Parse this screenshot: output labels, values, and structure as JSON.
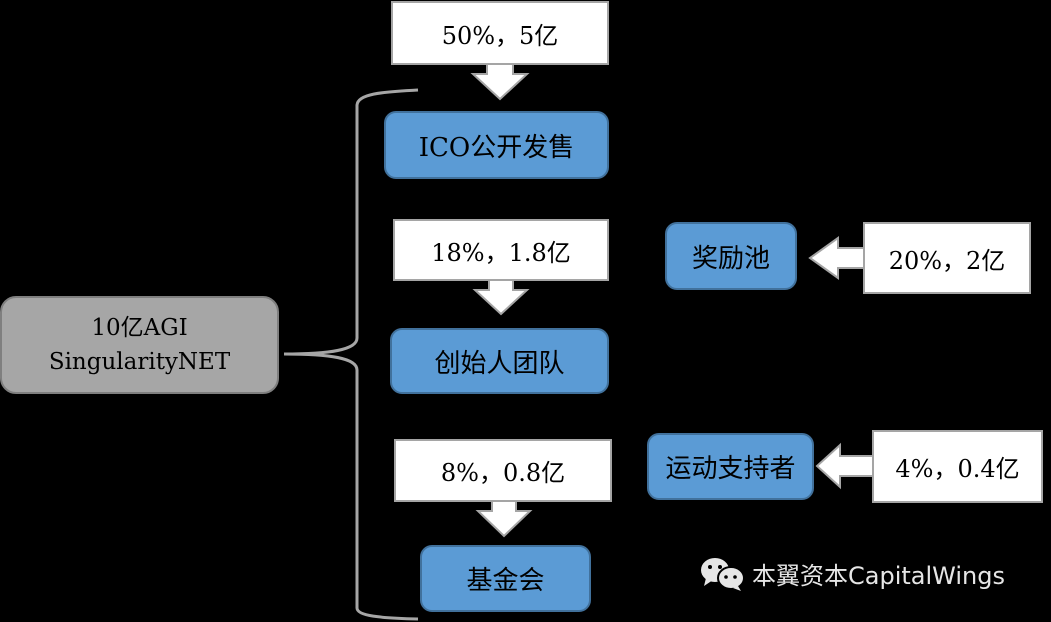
{
  "root": {
    "line1": "10亿AGI",
    "line2": "SingularityNET"
  },
  "branches": [
    {
      "id": "ico",
      "label": "ICO公开发售",
      "share": "50%，5亿",
      "percent": 50,
      "amount_yi": 5
    },
    {
      "id": "founders",
      "label": "创始人团队",
      "share": "18%，1.8亿",
      "percent": 18,
      "amount_yi": 1.8
    },
    {
      "id": "foundation",
      "label": "基金会",
      "share": "8%，0.8亿",
      "percent": 8,
      "amount_yi": 0.8
    }
  ],
  "side": [
    {
      "id": "reward-pool",
      "label": "奖励池",
      "share": "20%，2亿",
      "percent": 20,
      "amount_yi": 2
    },
    {
      "id": "supporters",
      "label": "运动支持者",
      "share": "4%，0.4亿",
      "percent": 4,
      "amount_yi": 0.4
    }
  ],
  "watermark": {
    "icon": "wechat-icon",
    "text": "本翼资本CapitalWings"
  },
  "colors": {
    "background": "#000000",
    "blue_box": "#5b9bd5",
    "root_box": "#a6a6a6",
    "brace": "#a6a6a6"
  }
}
